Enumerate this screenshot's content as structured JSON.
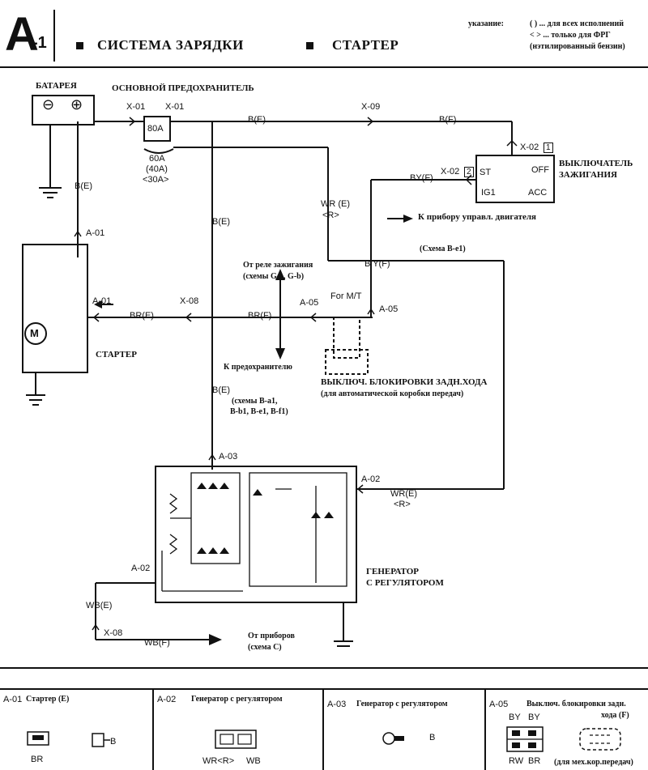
{
  "header": {
    "badge_letter": "A",
    "badge_index": "-1",
    "title_left": "СИСТЕМА ЗАРЯДКИ",
    "title_right": "СТАРТЕР",
    "note_label": "указание:",
    "note_line1": "( ) ... для всех исполнений",
    "note_line2": "< > ... только для ФРГ",
    "note_line3": "(нэтилированный бензин)"
  },
  "components": {
    "battery": "БАТАРЕЯ",
    "battery_minus": "⊖",
    "battery_plus": "⊕",
    "main_fuse": "ОСНОВНОЙ ПРЕДОХРАНИТЕЛЬ",
    "fuse_80a": "80A",
    "fuse_60a": "60A",
    "fuse_40a": "(40A)",
    "fuse_30a": "<30A>",
    "ignition_switch_l1": "ВЫКЛЮЧАТЕЛЬ",
    "ignition_switch_l2": "ЗАЖИГАНИЯ",
    "sw_st": "ST",
    "sw_off": "OFF",
    "sw_ig1": "IG1",
    "sw_acc": "ACC",
    "starter": "СТАРТЕР",
    "motor": "M",
    "generator_l1": "ГЕНЕРАТОР",
    "generator_l2": "С РЕГУЛЯТОРОМ",
    "reverse_switch": "ВЫКЛЮЧ. БЛОКИРОВКИ ЗАДН.ХОДА",
    "reverse_switch_note": "(для автоматической коробки передач)",
    "for_mt": "For M/T"
  },
  "annotations": {
    "to_engine_ctrl": "К прибору управл. двигателя",
    "scheme_be1": "(Схема B-e1)",
    "from_ign_relay_l1": "От реле зажигания",
    "from_ign_relay_l2": "(схемы G-a, G-b)",
    "to_fuse": "К предохранителю",
    "schemes_b_l1": "(схемы B-a1,",
    "schemes_b_l2": "B-b1, B-e1, B-f1)",
    "from_instr_l1": "От приборов",
    "from_instr_l2": "(схема C)"
  },
  "connectors": {
    "x01a": "X-01",
    "x01b": "X-01",
    "x09": "X-09",
    "x02_1": "X-02",
    "x02_1_pin": "1",
    "x02_2": "X-02",
    "x02_2_pin": "2",
    "a01_top": "A-01",
    "a01_mid": "A-01",
    "x08_mid": "X-08",
    "a05_left": "A-05",
    "a05_right": "A-05",
    "a03": "A-03",
    "a02_right": "A-02",
    "a02_left": "A-02",
    "x08_bot": "X-08"
  },
  "wires": {
    "be_top": "B(E)",
    "bf_top": "B(F)",
    "by_f": "BY(F)",
    "wr_e": "WR (E)",
    "wr_r": "<R>",
    "be_batt": "B(E)",
    "be_mid": "B(E)",
    "by_f2": "B Y(F)",
    "br_e": "BR(E)",
    "br_f": "BR(F)",
    "be_low": "B(E)",
    "wr_e2": "WR(E)",
    "wr_r2": "<R>",
    "wb_e": "WB(E)",
    "wb_f": "WB(F)"
  },
  "legend": [
    {
      "code": "A-01",
      "title": "Стартер (E)",
      "pins": [
        "BR",
        "B"
      ]
    },
    {
      "code": "A-02",
      "title": "Генератор с регулятором",
      "pins": [
        "WR<R>",
        "WB"
      ]
    },
    {
      "code": "A-03",
      "title": "Генератор с регулятором",
      "pins": [
        "B"
      ]
    },
    {
      "code": "A-05",
      "title": "Выключ. блокировки задн.",
      "title2": "хода (F)",
      "pins": [
        "BY",
        "BY",
        "RW",
        "BR"
      ],
      "note": "(для мех.кор.передач)"
    }
  ]
}
